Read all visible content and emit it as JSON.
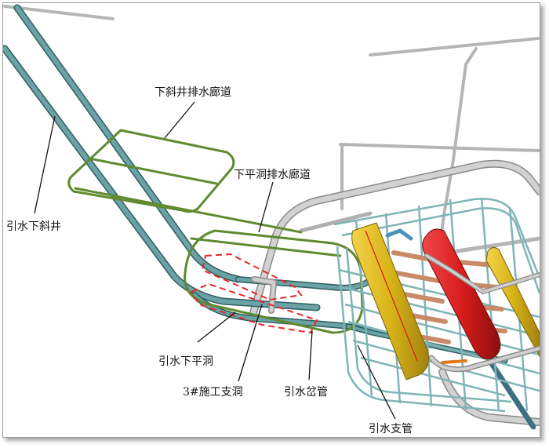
{
  "labels": {
    "lower_incline_drainage": "下斜井排水廊道",
    "lower_flat_drainage": "下平洞排水廊道",
    "intake_lower_incline": "引水下斜井",
    "intake_lower_flat": "引水下平洞",
    "construction_adit_3": "3#施工支洞",
    "intake_bifurcation": "引水岔管",
    "intake_branch_pipe": "引水支管"
  },
  "colors": {
    "intake_tunnel": "#4f8a8e",
    "drainage_gallery": "#5f8a2e",
    "adit_gray": "#b5b5b5",
    "highlight_dash": "#e8262a",
    "cavern_yellow": "#d8b418",
    "cavern_red": "#d81c1c",
    "penstock_copper": "#c98a6a"
  }
}
